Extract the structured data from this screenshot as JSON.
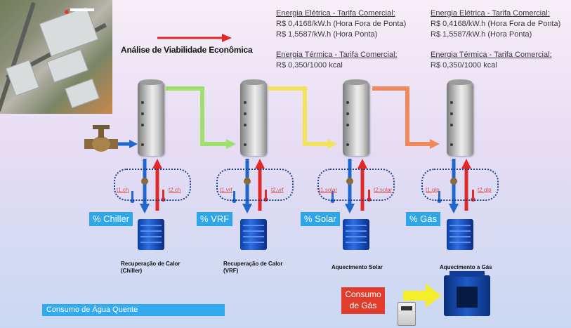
{
  "title": "Análise de Viabilidade Econômica",
  "tariffs": [
    {
      "electric_header": "Energia Elétrica - Tarifa Comercial:",
      "electric_lines": [
        "R$ 0,4168/kW.h (Hora Fora de Ponta)",
        "R$ 1,5587/kW.h (Hora Ponta)"
      ],
      "thermal_header": "Energia Térmica - Tarifa Comercial:",
      "thermal_line": "R$ 0,350/1000 kcal"
    },
    {
      "electric_header": "Energia Elétrica - Tarifa Comercial:",
      "electric_lines": [
        "R$ 0,4168/kW.h (Hora Fora de Ponta)",
        "R$ 1,5587/kW.h (Hora Ponta)"
      ],
      "thermal_header": "Energia Térmica - Tarifa Comercial:",
      "thermal_line": "R$ 0,350/1000 kcal"
    }
  ],
  "stages": [
    {
      "t1": "t1.ch",
      "t2": "t2.ch",
      "pct": "% Chiller",
      "label_lines": [
        "Recuperação de Calor",
        "(Chiller)"
      ]
    },
    {
      "t1": "t1.vrf",
      "t2": "t2.vrf",
      "pct": "% VRF",
      "label_lines": [
        "Recuperação de Calor",
        "(VRF)"
      ]
    },
    {
      "t1": "t1.solar",
      "t2": "t2.solar",
      "pct": "% Solar",
      "label_lines": [
        "Aquecimento Solar"
      ]
    },
    {
      "t1": "t1.glp",
      "t2": "t2.glp",
      "pct": "% Gás",
      "label_lines": [
        "Aquecimento a Gás"
      ]
    }
  ],
  "gas_box": [
    "Consumo",
    "de Gás"
  ],
  "footer_label": "Consumo  de Água Quente",
  "colors": {
    "arrow_red": "#e02a2a",
    "flow_green": "#9ee06a",
    "flow_yellow": "#f3e35a",
    "flow_orange": "#f0885a",
    "pct_blue": "#2fa6e8",
    "gas_red": "#e23c2c",
    "pipe_blue": "#1f66cf",
    "pipe_red": "#e02a2a"
  }
}
